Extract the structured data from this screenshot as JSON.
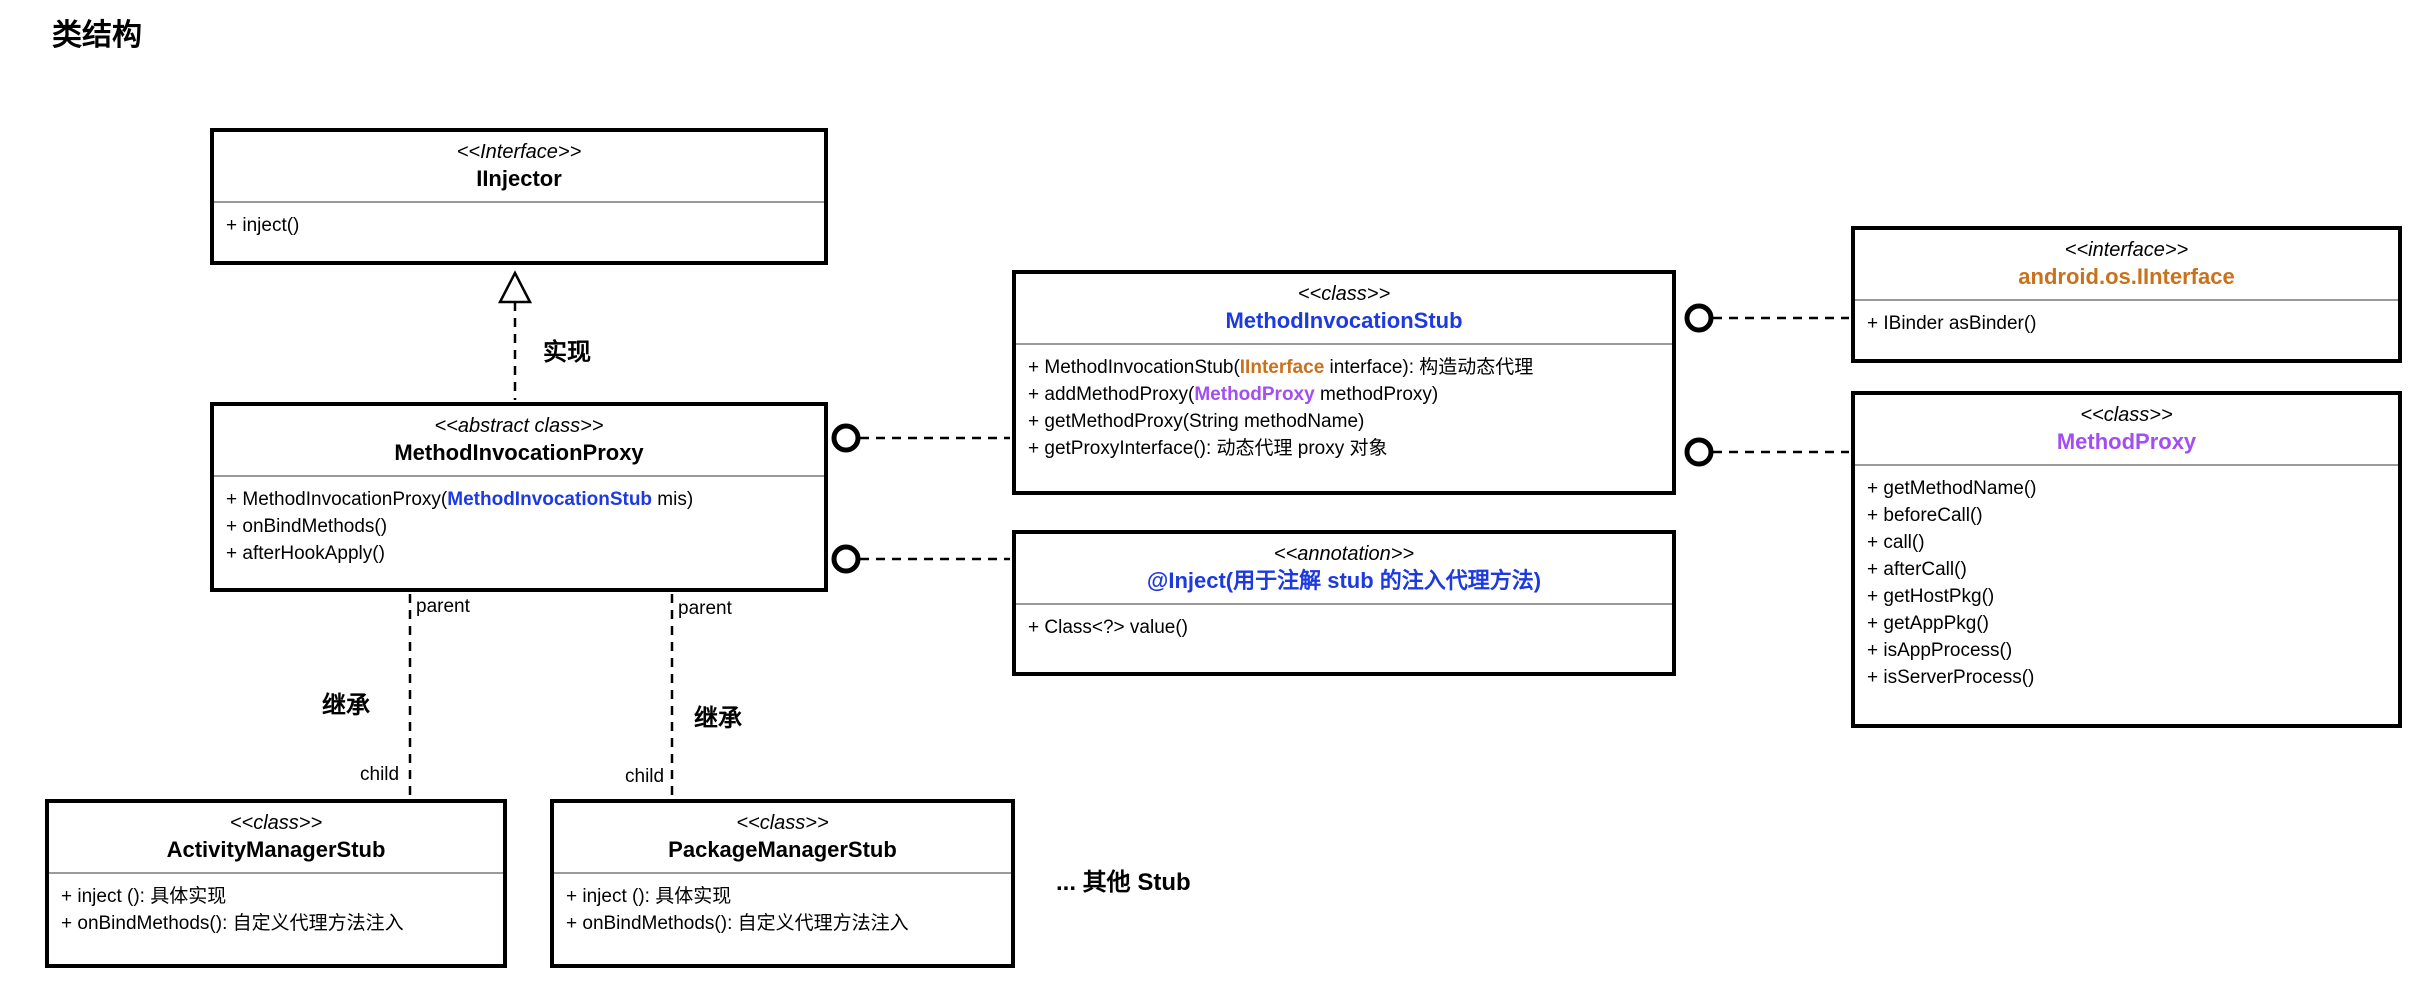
{
  "page": {
    "title": "类结构"
  },
  "colors": {
    "class_blue": "#1d3ae0",
    "interface_orange": "#c9711c",
    "proxy_purple": "#a24ef2",
    "line_black": "#000000",
    "divider_gray": "#9a9a9a"
  },
  "relations": {
    "realize_label": "实现",
    "inherit_left_label": "继承",
    "inherit_right_label": "继承",
    "parent_left_label": "parent",
    "parent_right_label": "parent",
    "child_left_label": "child",
    "child_right_label": "child",
    "other_stub_note": "... 其他 Stub"
  },
  "boxes": {
    "iinjector": {
      "stereotype": "<<Interface>>",
      "name": "IInjector",
      "method1": "+ inject()"
    },
    "proxy": {
      "stereotype": "<<abstract class>>",
      "name": "MethodInvocationProxy",
      "method1_pre": "+ MethodInvocationProxy(",
      "method1_hl": "MethodInvocationStub",
      "method1_post": " mis)",
      "method2": "+ onBindMethods()",
      "method3": "+ afterHookApply()"
    },
    "stub": {
      "stereotype": "<<class>>",
      "name": "MethodInvocationStub",
      "method1_pre": "+ MethodInvocationStub(",
      "method1_hl": "IInterface",
      "method1_post": " interface): 构造动态代理",
      "method2_pre": "+ addMethodProxy(",
      "method2_hl": "MethodProxy",
      "method2_post": " methodProxy)",
      "method3": "+ getMethodProxy(String methodName)",
      "method4": "+ getProxyInterface(): 动态代理 proxy 对象"
    },
    "annotation": {
      "stereotype": "<<annotation>>",
      "name": "@Inject(用于注解 stub 的注入代理方法)",
      "method1": "+ Class<?> value()"
    },
    "iinterface": {
      "stereotype": "<<interface>>",
      "name": "android.os.IInterface",
      "method1": "+ IBinder asBinder()"
    },
    "methodproxy": {
      "stereotype": "<<class>>",
      "name": "MethodProxy",
      "method1": "+ getMethodName()",
      "method2": "+ beforeCall()",
      "method3": "+ call()",
      "method4": "+ afterCall()",
      "method5": "+ getHostPkg()",
      "method6": "+ getAppPkg()",
      "method7": "+ isAppProcess()",
      "method8": "+ isServerProcess()"
    },
    "activitymanagerstub": {
      "stereotype": "<<class>>",
      "name": "ActivityManagerStub",
      "method1": "+ inject (): 具体实现",
      "method2": "+ onBindMethods(): 自定义代理方法注入"
    },
    "packagemanagerstub": {
      "stereotype": "<<class>>",
      "name": "PackageManagerStub",
      "method1": "+ inject (): 具体实现",
      "method2": "+ onBindMethods(): 自定义代理方法注入"
    }
  }
}
